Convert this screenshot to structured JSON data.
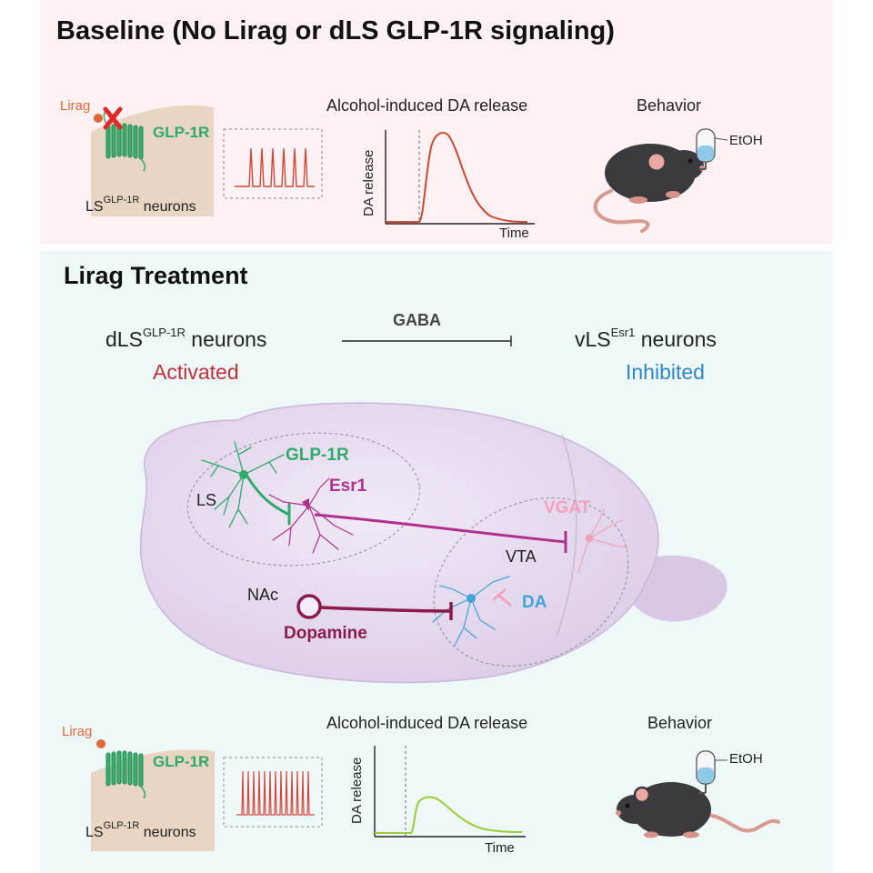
{
  "baseline": {
    "title": "Baseline (No Lirag or dLS GLP-1R signaling)",
    "lirag": "Lirag",
    "receptor": "GLP-1R",
    "neurons_prefix": "LS",
    "neurons_sup": "GLP-1R",
    "neurons_suffix": " neurons",
    "da_title": "Alcohol-induced DA release",
    "da_ylabel": "DA release",
    "da_xlabel": "Time",
    "behavior": "Behavior",
    "etoh": "EtOH"
  },
  "treatment": {
    "title": "Lirag Treatment",
    "dls_prefix": "dLS",
    "dls_sup": "GLP-1R",
    "dls_suffix": " neurons",
    "dls_state": "Activated",
    "gaba": "GABA",
    "vls_prefix": "vLS",
    "vls_sup": "Esr1",
    "vls_suffix": " neurons",
    "vls_state": "Inhibited",
    "brain": {
      "glp1r": "GLP-1R",
      "esr1": "Esr1",
      "ls": "LS",
      "vgat": "VGAT",
      "vta": "VTA",
      "nac": "NAc",
      "da": "DA",
      "dopamine": "Dopamine"
    },
    "lirag": "Lirag",
    "receptor": "GLP-1R",
    "neurons_prefix": "LS",
    "neurons_sup": "GLP-1R",
    "neurons_suffix": " neurons",
    "da_title": "Alcohol-induced DA release",
    "da_ylabel": "DA release",
    "da_xlabel": "Time",
    "behavior": "Behavior",
    "etoh": "EtOH"
  },
  "colors": {
    "activated": "#c0303a",
    "inhibited": "#2f86c6",
    "glp1r": "#2faa6a",
    "esr1": "#b0308e",
    "vgat": "#f2a1bc",
    "da": "#3fa4d8",
    "dopamine": "#8c1a4a",
    "lirag": "#e2683a",
    "trace_baseline": "#c84a34",
    "trace_treatment": "#9ccc3a"
  }
}
